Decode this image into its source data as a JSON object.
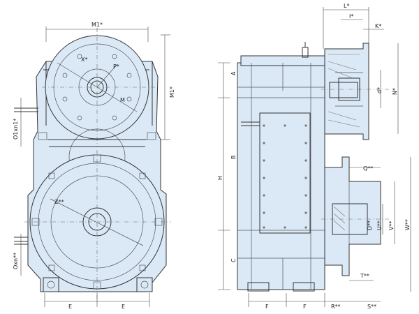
{
  "labels": {
    "M1_top": "M1*",
    "M1_side": "M1*",
    "X": "X*",
    "P": "P*",
    "M": "M",
    "O1xn1": "O1xn1*",
    "Z": "Z**",
    "Oxn": "Oxn**",
    "E_left": "E",
    "E_right": "E",
    "L": "L*",
    "I": "I*",
    "K": "K*",
    "d": "d*",
    "N": "N*",
    "A": "A",
    "B": "B",
    "H": "H",
    "C": "C",
    "Q": "Q**",
    "D": "D**",
    "U": "U**",
    "V": "V**",
    "W": "W**",
    "T": "T**",
    "F_left": "F",
    "F_right": "F",
    "R": "R**",
    "S": "S**"
  },
  "colors": {
    "body": "#dbe9f7",
    "line": "#333333"
  }
}
